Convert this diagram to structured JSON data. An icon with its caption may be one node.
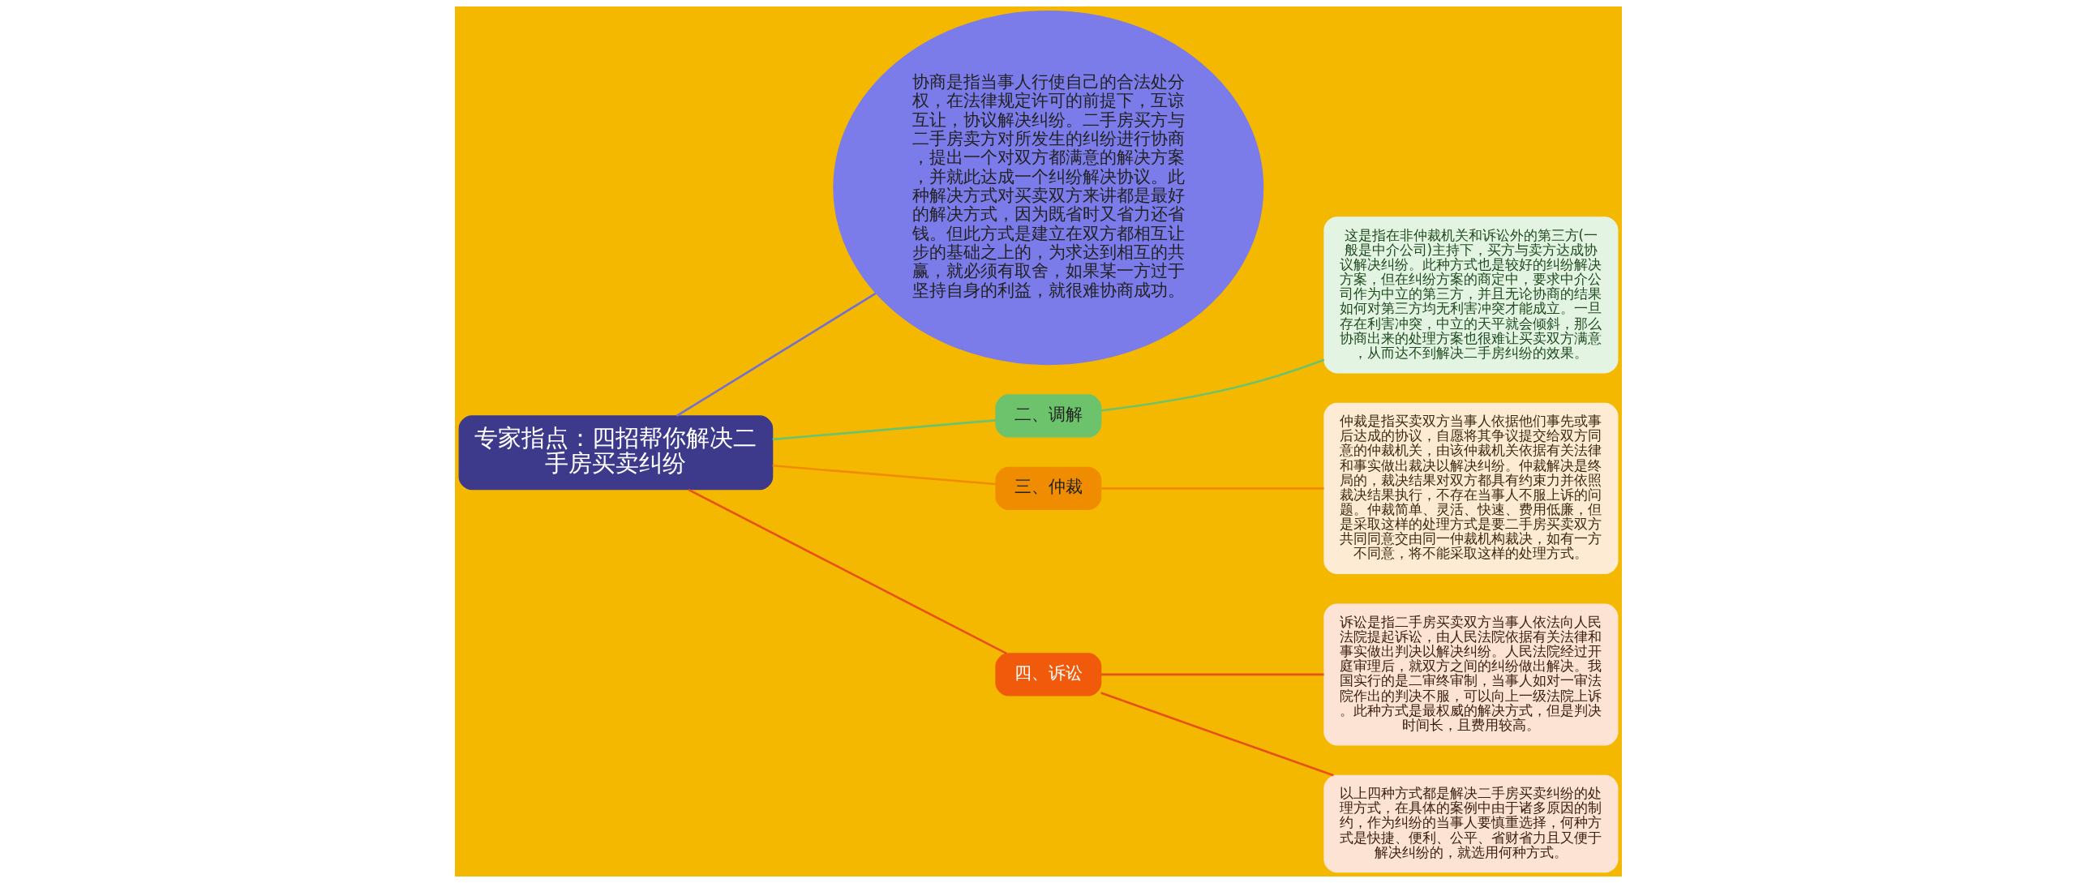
{
  "diagram": {
    "nodes": [
      {
        "text": [
          "专家指点：四招帮你解决二手房买卖纠纷"
        ]
      },
      {
        "text": [
          "协商是指当事人行使自己的合法处分权，在法律规定许可的前提下，互谅互让，协议解决纠纷。二手房买方与二手房卖方对所发生的纠纷进行协商，提出一个对双方都满意的解决方案，并就此达成一个纠纷解决协议。此种解决方式对买卖双方来讲都是最好的解决方式，因为既省时又省力还省钱。但此方式是建立在双方都相互让步的基础之上的，为求达到相互的共赢，就必须有取舍，如果某一方过于坚持自身的利益，就很难协商成功。"
        ]
      },
      {
        "text": [
          "二、调解"
        ]
      },
      {
        "text": [
          "这是指在非仲裁机关和诉讼外的第三方(一般是中介公司)主持下，买方与卖方达成协议解决纠纷。此种方式也是较好的纠纷解决方案，但在纠纷方案的商定中，要求中介公司作为中立的第三方，并且无论协商的结果如何对第三方均无利害冲突才能成立。一旦存在利害冲突，中立的天平就会倾斜，那么协商出来的处理方案也很难让买卖双方满意，从而达不到解决二手房纠纷的效果。"
        ]
      },
      {
        "text": [
          "三、仲裁"
        ]
      },
      {
        "text": [
          "仲裁是指买卖双方当事人依据他们事先或事后达成的协议，自愿将其争议提交给双方同意的仲裁机关，由该仲裁机关依据有关法律和事实做出裁决以解决纠纷。仲裁解决是终局的，裁决结果对双方都具有约束力并依照裁决结果执行，不存在当事人不服上诉的问题。仲裁简单、灵活、快速、费用低廉，但是采取这样的处理方式是要二手房买卖双方共同同意交由同一仲裁机构裁决，如有一方不同意，将不能采取这样的处理方式。"
        ]
      },
      {
        "text": [
          "四、诉讼"
        ]
      },
      {
        "text": [
          "诉讼是指二手房买卖双方当事人依法向人民法院提起诉讼，由人民法院依据有关法律和事实做出判决以解决纠纷。人民法院经过开庭审理后，就双方之间的纠纷做出解决。我国实行的是二审终审制，当事人如对一审法院作出的判决不服，可以向上一级法院上诉。此种方式是最权威的解决方式，但是判决时间长，且费用较高。"
        ]
      },
      {
        "text": [
          "以上四种方式都是解决二手房买卖纠纷的处理方式，在具体的案例中由于诸多原因的制约，作为纠纷的当事人要慎重选择，何种方式是快捷、便利、公平、省财省力且又便于解决纠纷的，就选用何种方式。"
        ]
      }
    ],
    "edges": [
      {
        "from": 0,
        "to": 1,
        "arrow": "none",
        "color": "#6f6fd6"
      },
      {
        "from": 0,
        "to": 2,
        "arrow": "none",
        "color": "#6cc36c"
      },
      {
        "from": 2,
        "to": 3,
        "arrow": "none",
        "color": "#6cc36c"
      },
      {
        "from": 0,
        "to": 4,
        "arrow": "none",
        "color": "#f08c00"
      },
      {
        "from": 4,
        "to": 5,
        "arrow": "none",
        "color": "#f08c00"
      },
      {
        "from": 0,
        "to": 6,
        "arrow": "none",
        "color": "#e8501a"
      },
      {
        "from": 6,
        "to": 7,
        "arrow": "none",
        "color": "#e8501a"
      },
      {
        "from": 6,
        "to": 8,
        "arrow": "none",
        "color": "#e8501a"
      }
    ]
  }
}
